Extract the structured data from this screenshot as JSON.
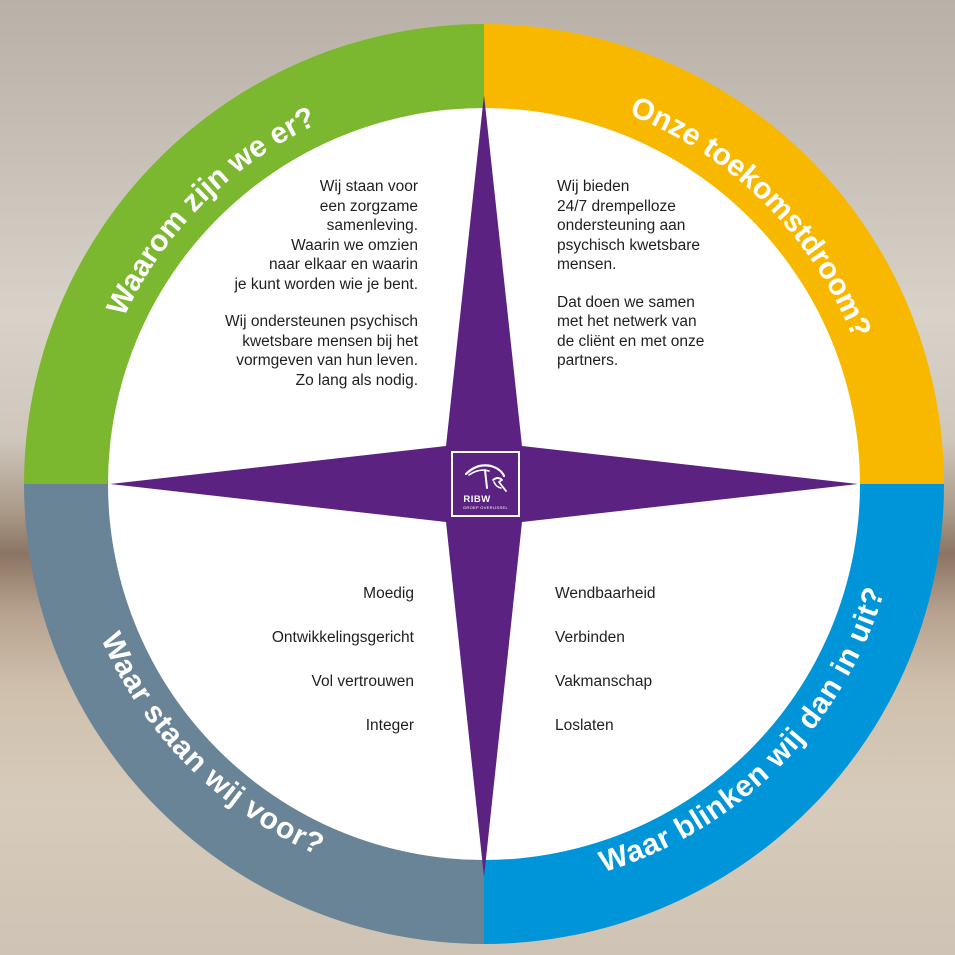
{
  "colors": {
    "green": "#7cb82f",
    "yellow": "#f9b800",
    "blue": "#0095d9",
    "slate": "#6a8497",
    "purple": "#5b2281",
    "white": "#ffffff"
  },
  "quadrants": {
    "top_left": {
      "heading": "Waarom zijn we er?",
      "lines": [
        "Wij staan voor",
        "een zorgzame",
        "samenleving.",
        "Waarin we omzien",
        "naar elkaar en waarin",
        "je kunt worden wie je bent.",
        "",
        "Wij ondersteunen psychisch",
        "kwetsbare mensen bij het",
        "vormgeven van hun leven.",
        "Zo lang als nodig."
      ]
    },
    "top_right": {
      "heading": "Onze toekomstdroom?",
      "lines": [
        "Wij bieden",
        "24/7 drempelloze",
        "ondersteuning aan",
        "psychisch kwetsbare",
        "mensen.",
        "",
        "Dat doen we samen",
        "met het netwerk van",
        "de cliënt en met onze",
        "partners."
      ]
    },
    "bottom_left": {
      "heading": "Waar staan wij voor?",
      "items": [
        "Moedig",
        "Ontwikkelingsgericht",
        "Vol vertrouwen",
        "Integer"
      ]
    },
    "bottom_right": {
      "heading": "Waar blinken wij dan in uit?",
      "items": [
        "Wendbaarheid",
        "Verbinden",
        "Vakmanschap",
        "Loslaten"
      ]
    }
  },
  "logo": {
    "word": "RIBW",
    "sub": "GROEP OVERIJSSEL",
    "icon": "umbrella-bird-logo-icon"
  }
}
